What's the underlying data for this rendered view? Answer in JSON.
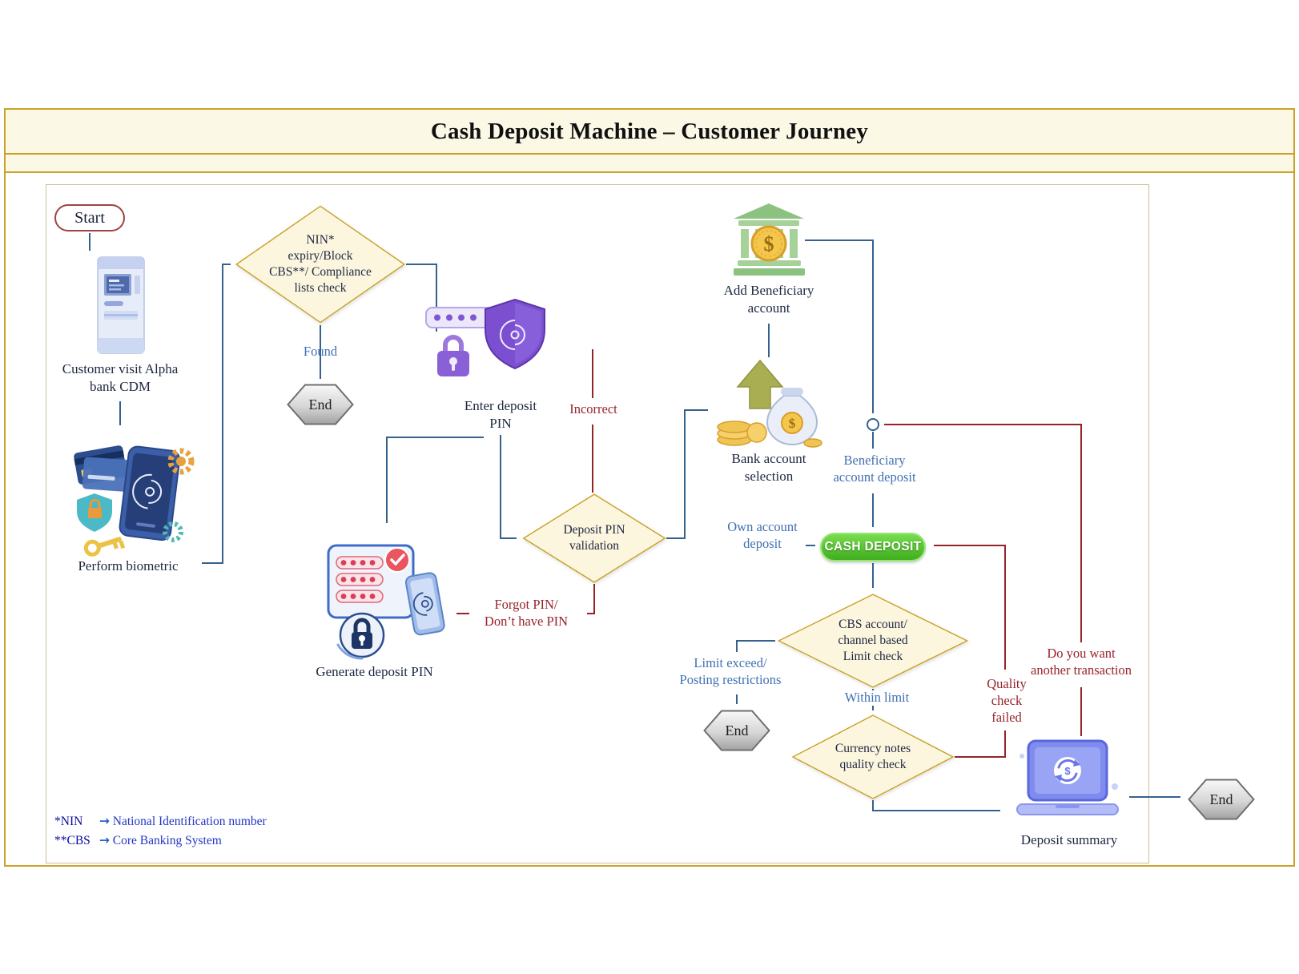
{
  "header": {
    "title": "Cash Deposit Machine – Customer Journey"
  },
  "nodes": {
    "start": "Start",
    "customer_visit": "Customer visit Alpha\nbank CDM",
    "perform_biometric": "Perform biometric",
    "nin_check": "NIN*\nexpiry/Block\nCBS**/ Compliance\nlists check",
    "found": "Found",
    "end_1": "End",
    "enter_pin": "Enter deposit\nPIN",
    "pin_validation": "Deposit PIN\nvalidation",
    "incorrect": "Incorrect",
    "forgot_pin": "Forgot PIN/\nDon’t have PIN",
    "generate_pin": "Generate deposit PIN",
    "bank_selection": "Bank account\nselection",
    "add_beneficiary": "Add Beneficiary\naccount",
    "beneficiary_deposit": "Beneficiary\naccount deposit",
    "own_account": "Own account\ndeposit",
    "cash_deposit": "CASH DEPOSIT",
    "limit_check": "CBS account/\nchannel based\nLimit check",
    "limit_exceed": "Limit exceed/\nPosting restrictions",
    "within_limit": "Within limit",
    "end_2": "End",
    "quality_check": "Currency notes\nquality check",
    "quality_failed": "Quality\ncheck\nfailed",
    "another_transaction": "Do you want\nanother transaction",
    "deposit_summary": "Deposit summary",
    "end_3": "End"
  },
  "icons": {
    "dollar": "$"
  },
  "footnotes": [
    {
      "term": "*NIN",
      "arrow": "→",
      "definition": "National Identification number"
    },
    {
      "term": "**CBS",
      "arrow": "→",
      "definition": "Core Banking System"
    }
  ],
  "colors": {
    "accent_gold": "#c9a227",
    "band_fill": "#fcf8e6",
    "diamond_fill": "#fdf6df",
    "flow_blue": "#35618e",
    "label_blue": "#4171b3",
    "flow_red": "#97232a",
    "button_green": "#4cb32a",
    "end_gray": "#d6d6d6"
  }
}
